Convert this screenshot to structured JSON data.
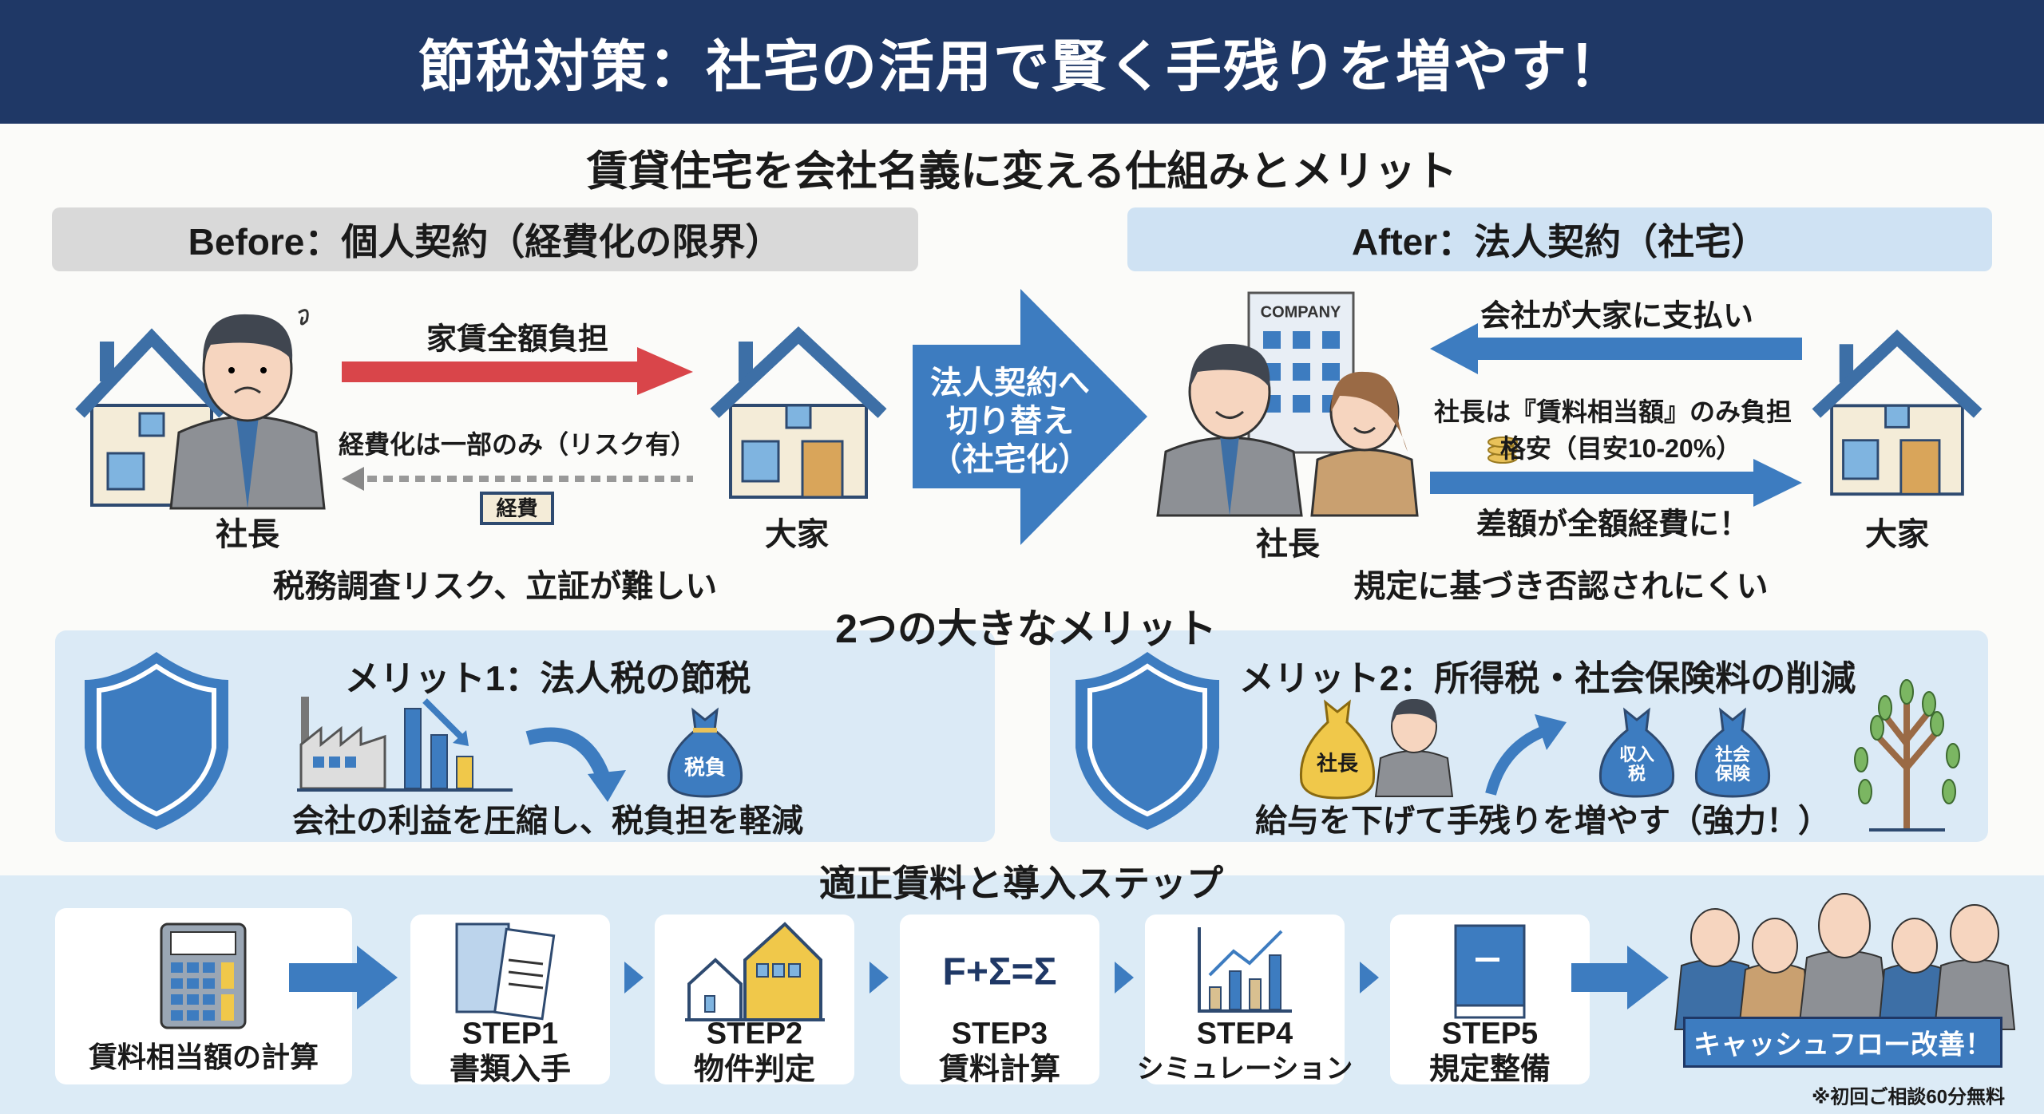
{
  "header": {
    "title": "節税対策：社宅の活用で賢く手残りを増やす！"
  },
  "subtitle": "賃貸住宅を会社名義に変える仕組みとメリット",
  "before": {
    "heading": "Before：個人契約（経費化の限界）",
    "arrow_top": "家賃全額負担",
    "arrow_bottom": "経費化は一部のみ（リスク有）",
    "tag": "経費",
    "person": "社長",
    "landlord": "大家",
    "note": "税務調査リスク、立証が難しい"
  },
  "switch": {
    "line1": "法人契約へ",
    "line2": "切り替え",
    "line3": "（社宅化）"
  },
  "after": {
    "heading": "After：法人契約（社宅）",
    "company": "COMPANY",
    "arrow_top": "会社が大家に支払い",
    "burden": "社長は『賃料相当額』のみ負担",
    "cheap": "格安（目安10-20%）",
    "arrow_bottom": "差額が全額経費に！",
    "person": "社長",
    "landlord": "大家",
    "note": "規定に基づき否認されにくい"
  },
  "merits": {
    "heading": "2つの大きなメリット",
    "m1": {
      "title": "メリット1：法人税の節税",
      "bag": "税負",
      "text": "会社の利益を圧縮し、税負担を軽減"
    },
    "m2": {
      "title": "メリット2：所得税・社会保険料の削減",
      "bag": "社長",
      "bag2": "収入税",
      "bag3": "社会保険",
      "text": "給与を下げて手残りを増やす（強力！）"
    }
  },
  "steps": {
    "heading": "適正賃料と導入ステップ",
    "calc": "賃料相当額の計算",
    "formula": "F+Σ=Σ",
    "items": [
      {
        "step": "STEP1",
        "label": "書類入手"
      },
      {
        "step": "STEP2",
        "label": "物件判定"
      },
      {
        "step": "STEP3",
        "label": "賃料計算"
      },
      {
        "step": "STEP4",
        "label": "シミュレーション"
      },
      {
        "step": "STEP5",
        "label": "規定整備"
      }
    ],
    "banner": "キャッシュフロー改善！",
    "footnote": "※初回ご相談60分無料"
  },
  "colors": {
    "navy": "#1f3866",
    "blue": "#3d7cc0",
    "red": "#d9454a",
    "panel": "#dbeaf6"
  }
}
